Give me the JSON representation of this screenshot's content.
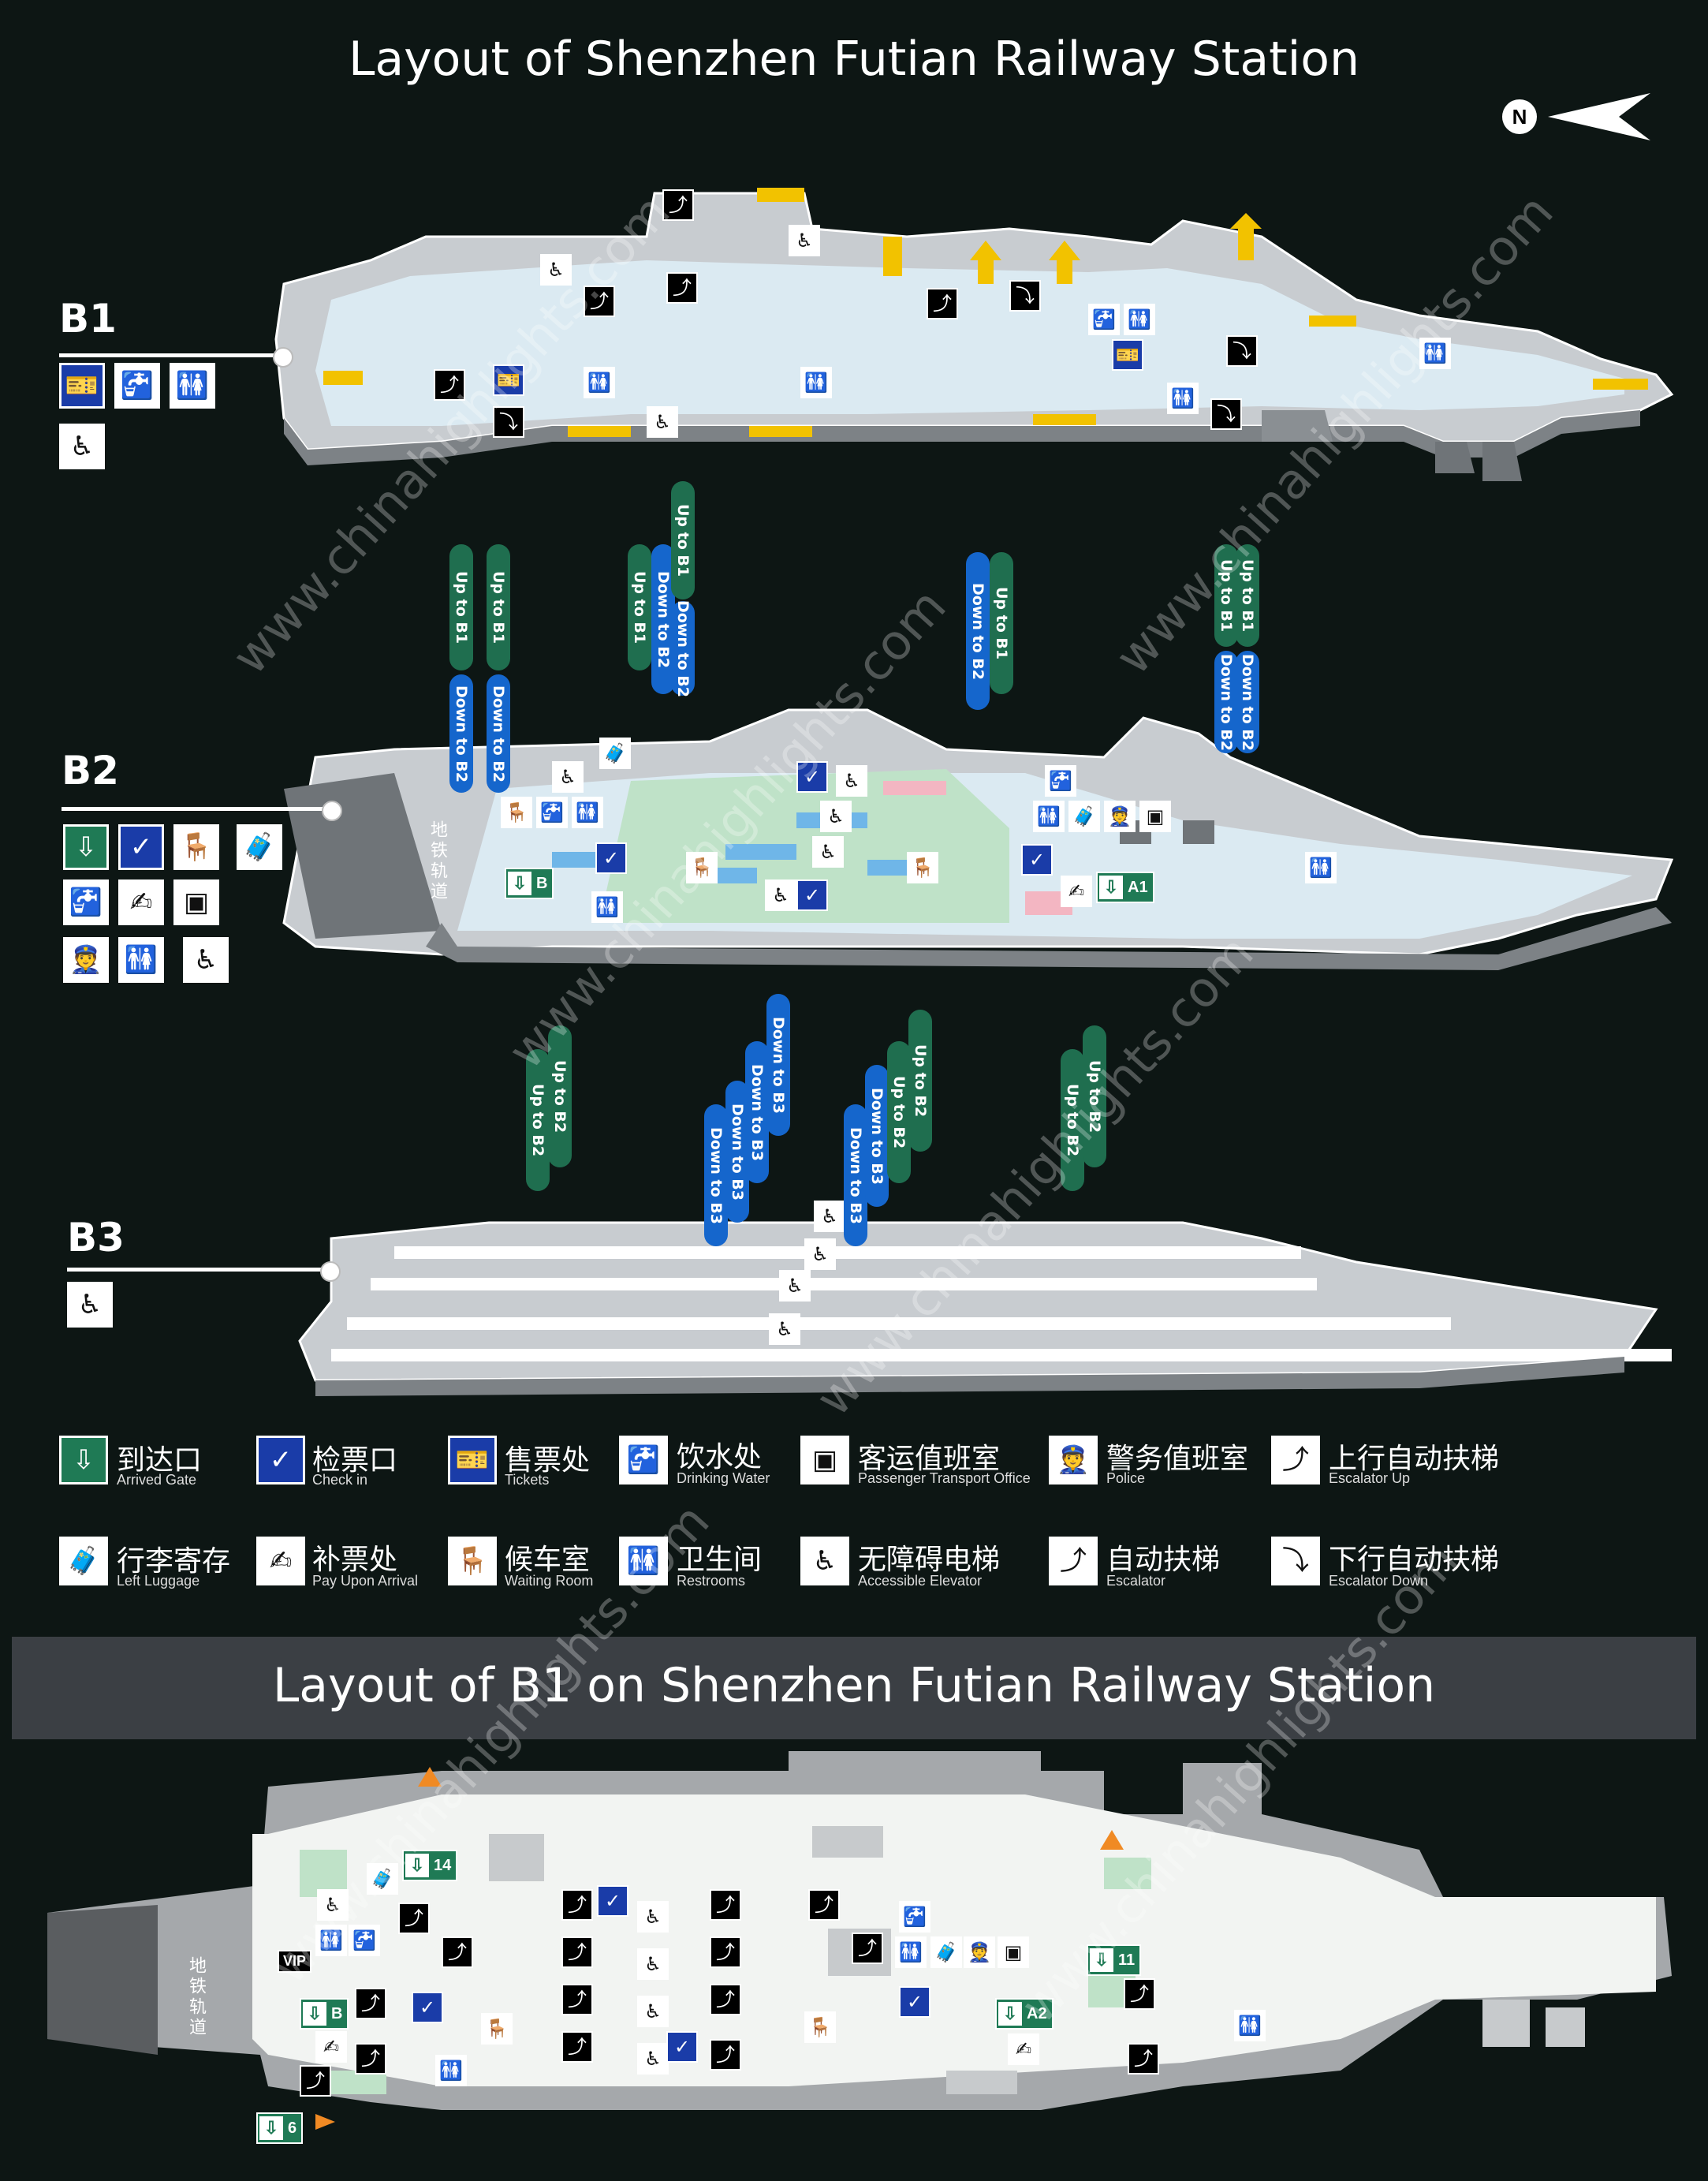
{
  "titles": {
    "main": "Layout of Shenzhen Futian Railway Station",
    "b1_layout": "Layout of B1 on Shenzhen Futian Railway Station"
  },
  "compass": {
    "label": "N"
  },
  "floors": {
    "b1": {
      "label": "B1"
    },
    "b2": {
      "label": "B2"
    },
    "b3": {
      "label": "B3"
    }
  },
  "floor_icons": {
    "b1": [
      "ticket-icon",
      "drinking-water-icon",
      "restroom-icon",
      "accessible-elevator-icon"
    ],
    "b2": [
      "arrived-gate-icon",
      "check-in-icon",
      "waiting-room-icon",
      "left-luggage-icon",
      "drinking-water-icon",
      "pay-upon-arrival-icon",
      "passenger-office-icon",
      "police-icon",
      "restroom-icon",
      "accessible-elevator-icon"
    ],
    "b3": [
      "accessible-elevator-icon"
    ]
  },
  "connectors_b1_b2": [
    {
      "up": "Up to B1",
      "down": "Down to B2"
    },
    {
      "up": "Up to B1",
      "down": "Down to B2"
    },
    {
      "up": "Up to B1",
      "down": "Down to B2"
    },
    {
      "up": "Up to B1",
      "down": "Down to B2"
    },
    {
      "up": "Up to B1",
      "down": "Down to B2"
    },
    {
      "up": "Up to B1",
      "down": "Down to B2"
    }
  ],
  "connectors_b2_b3": {
    "up": "Up to B2",
    "down": "Down to B3"
  },
  "b2_gates": {
    "gate_b": "B",
    "gate_a1": "A1"
  },
  "b2_metro_label": "地铁轨道",
  "legend": [
    {
      "icon": "arrived-gate-icon",
      "cn": "到达口",
      "en": "Arrived Gate"
    },
    {
      "icon": "check-in-icon",
      "cn": "检票口",
      "en": "Check in"
    },
    {
      "icon": "ticket-icon",
      "cn": "售票处",
      "en": "Tickets"
    },
    {
      "icon": "drinking-water-icon",
      "cn": "饮水处",
      "en": "Drinking Water"
    },
    {
      "icon": "passenger-office-icon",
      "cn": "客运值班室",
      "en": "Passenger Transport Office"
    },
    {
      "icon": "police-icon",
      "cn": "警务值班室",
      "en": "Police"
    },
    {
      "icon": "escalator-up-icon",
      "cn": "上行自动扶梯",
      "en": "Escalator Up"
    },
    {
      "icon": "left-luggage-icon",
      "cn": "行李寄存",
      "en": "Left Luggage"
    },
    {
      "icon": "pay-upon-arrival-icon",
      "cn": "补票处",
      "en": "Pay Upon Arrival"
    },
    {
      "icon": "waiting-room-icon",
      "cn": "候车室",
      "en": "Waiting Room"
    },
    {
      "icon": "restroom-icon",
      "cn": "卫生间",
      "en": "Restrooms"
    },
    {
      "icon": "accessible-elevator-icon",
      "cn": "无障碍电梯",
      "en": "Accessible Elevator"
    },
    {
      "icon": "escalator-icon",
      "cn": "自动扶梯",
      "en": "Escalator"
    },
    {
      "icon": "escalator-down-icon",
      "cn": "下行自动扶梯",
      "en": "Escalator Down"
    }
  ],
  "b1_plan": {
    "metro_label": "地铁轨道",
    "vip": "VIP",
    "gates": [
      "14",
      "B",
      "6",
      "11",
      "A2"
    ]
  },
  "watermark": "www.chinahighlights.com"
}
